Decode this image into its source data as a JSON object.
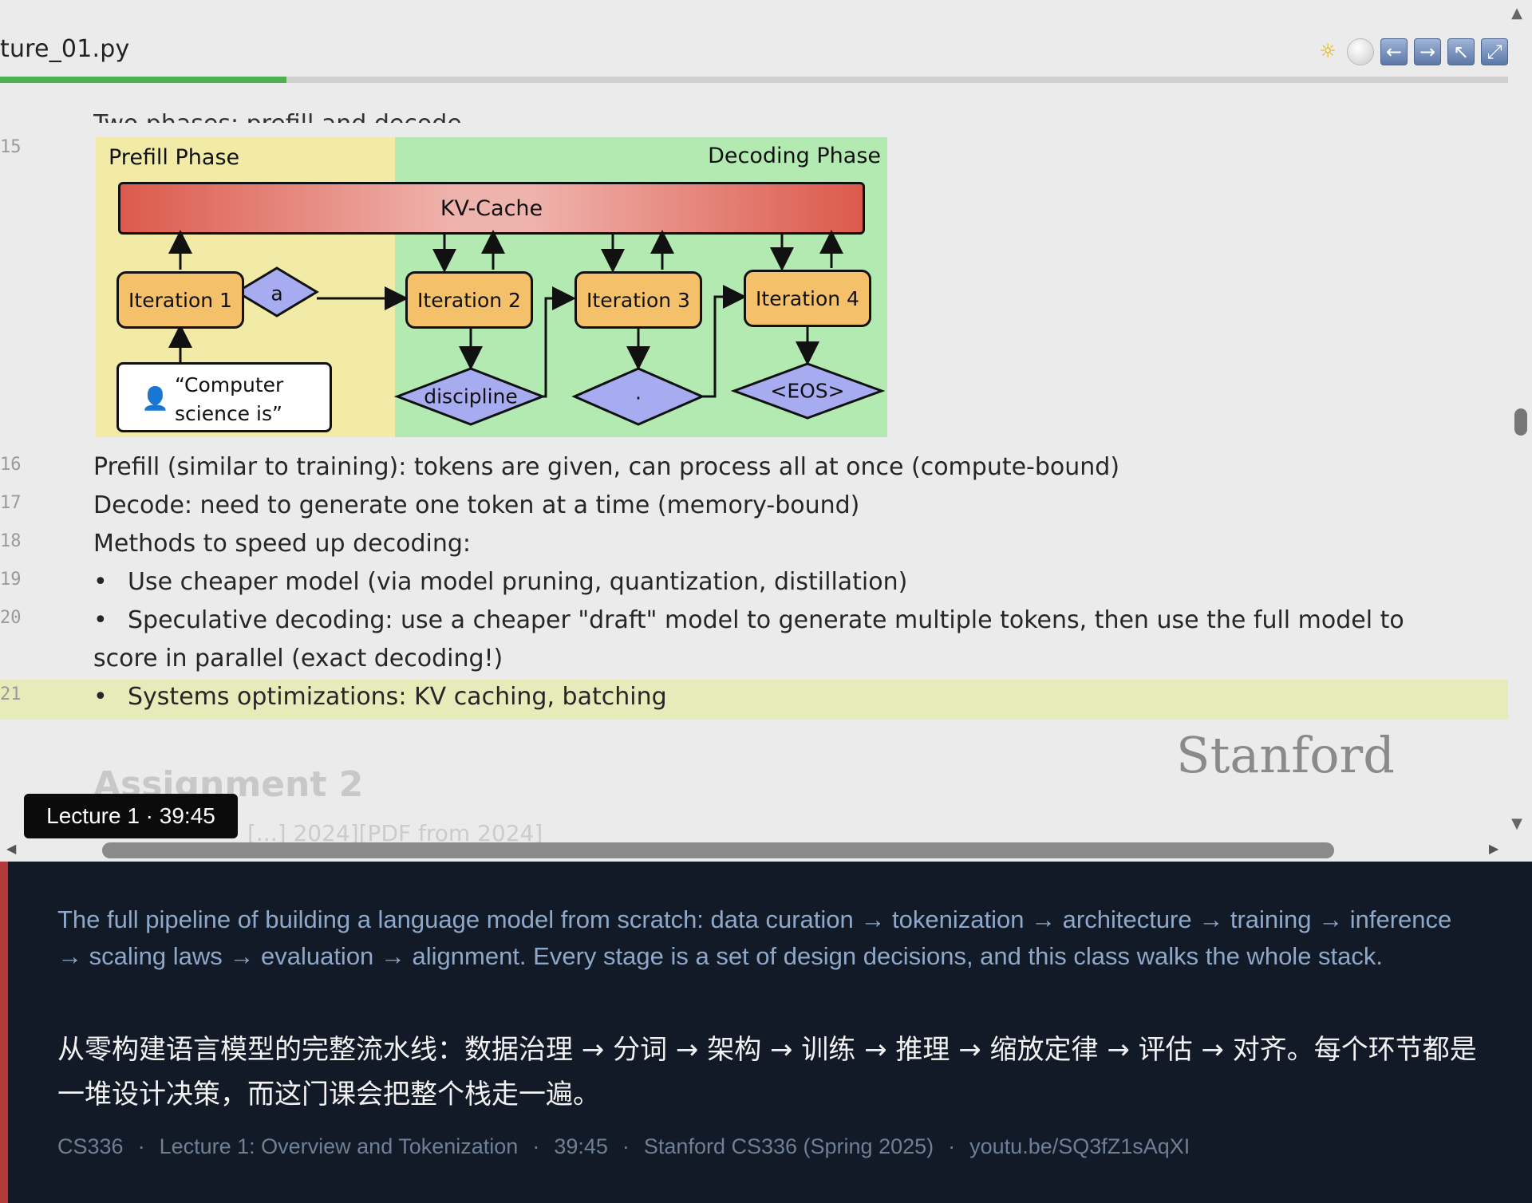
{
  "viewer": {
    "filename": "ture_01.py",
    "progress_pct": 19,
    "toolbar_icons": [
      "weather-icon",
      "circle-icon",
      "arrow-left-icon",
      "arrow-right-icon",
      "arrow-up-left-icon",
      "expand-icon"
    ],
    "cut_line": "Two phases: prefill and decode",
    "diagram": {
      "prefill_phase": "Prefill Phase",
      "decoding_phase": "Decoding Phase",
      "kv_cache": "KV-Cache",
      "iterations": [
        "Iteration 1",
        "Iteration 2",
        "Iteration 3",
        "Iteration 4"
      ],
      "tokens": [
        "a",
        "discipline",
        ".",
        "<EOS>"
      ],
      "prompt_line1": "“Computer",
      "prompt_line2": "science is”"
    },
    "lines": [
      {
        "num": "15",
        "text": ""
      },
      {
        "num": "16",
        "text": "Prefill (similar to training): tokens are given, can process all at once (compute-bound)"
      },
      {
        "num": "17",
        "text": "Decode: need to generate one token at a time (memory-bound)"
      },
      {
        "num": "18",
        "text": "Methods to speed up decoding:"
      },
      {
        "num": "19",
        "text": "Use cheaper model (via model pruning, quantization, distillation)"
      },
      {
        "num": "20",
        "text": "Speculative decoding: use a cheaper \"draft\" model to generate multiple tokens, then use the full model to"
      },
      {
        "num": "",
        "text": "score in parallel (exact decoding!)"
      },
      {
        "num": "21",
        "text": "Systems optimizations: KV caching, batching"
      }
    ],
    "bullet": "•",
    "stanford": "Stanford",
    "assignment": "Assignment 2",
    "pdf_line": "[...] 2024][PDF from 2024]",
    "time_badge": "Lecture 1 · 39:45"
  },
  "caption": {
    "en": "The full pipeline of building a language model from scratch: data curation → tokenization → architecture → training → inference → scaling laws → evaluation → alignment. Every stage is a set of design decisions, and this class walks the whole stack.",
    "zh": "从零构建语言模型的完整流水线：数据治理 → 分词 → 架构 → 训练 → 推理 → 缩放定律 → 评估 → 对齐。每个环节都是一堆设计决策，而这门课会把整个栈走一遍。",
    "meta": {
      "course": "CS336",
      "lecture": "Lecture 1: Overview and Tokenization",
      "time": "39:45",
      "source": "Stanford CS336 (Spring 2025)",
      "url": "youtu.be/SQ3fZ1sAqXI"
    }
  },
  "colors": {
    "accent_bar": "#b03a3a",
    "progress": "#4caf50",
    "highlight_row": "#e6ebb9",
    "caption_bg": "#121a27"
  }
}
